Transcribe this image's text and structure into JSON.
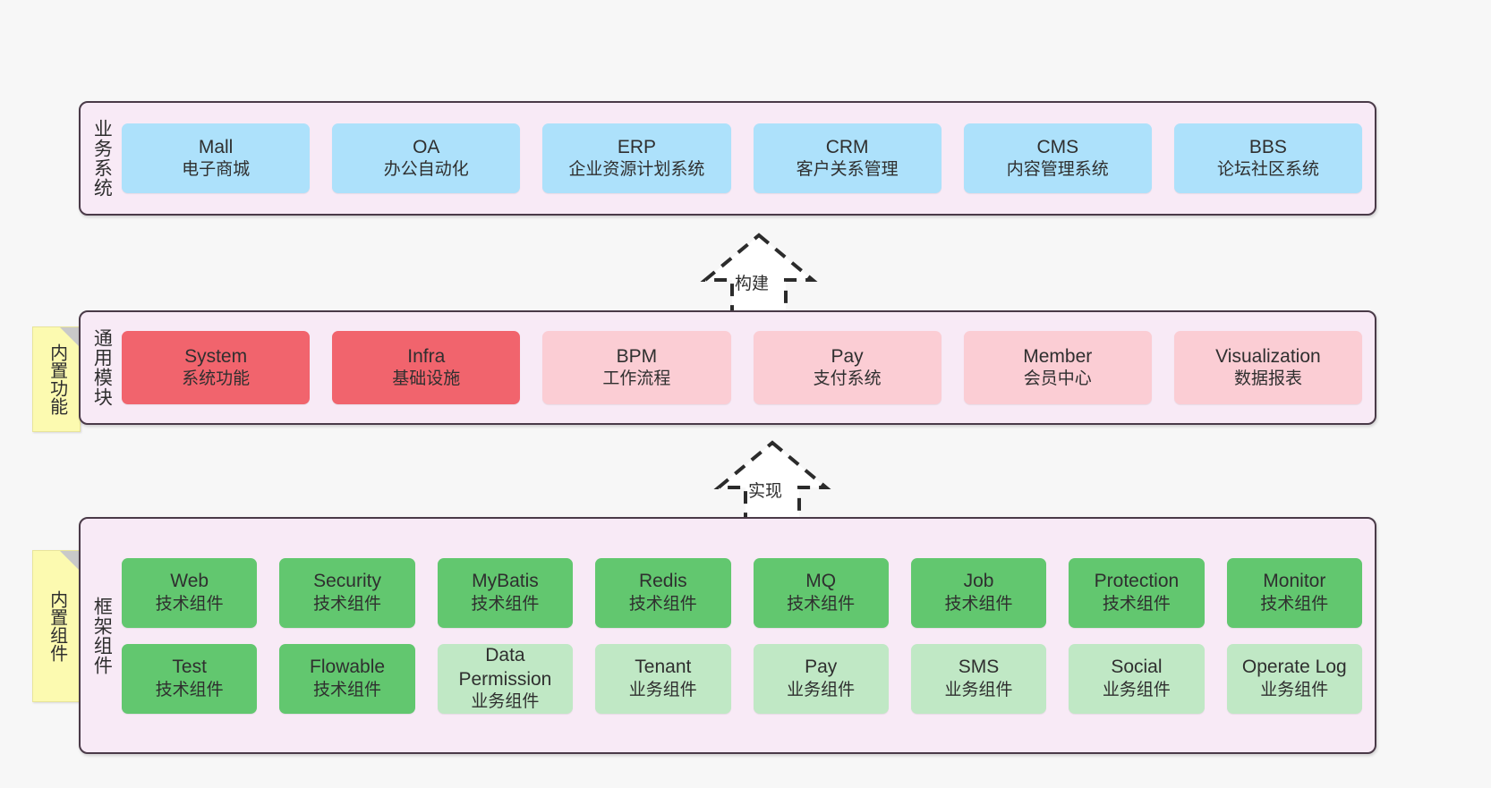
{
  "diagram": {
    "background_color": "#f7f7f7",
    "layer_bg_color": "#f8eaf6",
    "layer_border_color": "#4a3a48",
    "note_color": "#fcfab0"
  },
  "layers": [
    {
      "name": "business-system",
      "label": "业务系统",
      "rows": [
        {
          "cards": [
            {
              "title": "Mall",
              "sub": "电子商城",
              "color": "#ade1fb",
              "style": "c-blue"
            },
            {
              "title": "OA",
              "sub": "办公自动化",
              "color": "#ade1fb",
              "style": "c-blue"
            },
            {
              "title": "ERP",
              "sub": "企业资源计划系统",
              "color": "#ade1fb",
              "style": "c-blue"
            },
            {
              "title": "CRM",
              "sub": "客户关系管理",
              "color": "#ade1fb",
              "style": "c-blue"
            },
            {
              "title": "CMS",
              "sub": "内容管理系统",
              "color": "#ade1fb",
              "style": "c-blue"
            },
            {
              "title": "BBS",
              "sub": "论坛社区系统",
              "color": "#ade1fb",
              "style": "c-blue"
            }
          ]
        }
      ]
    },
    {
      "name": "common-module",
      "label": "通用模块",
      "note": "内置功能",
      "rows": [
        {
          "cards": [
            {
              "title": "System",
              "sub": "系统功能",
              "color": "#f1646d",
              "style": "c-red"
            },
            {
              "title": "Infra",
              "sub": "基础设施",
              "color": "#f1646d",
              "style": "c-red"
            },
            {
              "title": "BPM",
              "sub": "工作流程",
              "color": "#fbcdd4",
              "style": "c-pink"
            },
            {
              "title": "Pay",
              "sub": "支付系统",
              "color": "#fbcdd4",
              "style": "c-pink"
            },
            {
              "title": "Member",
              "sub": "会员中心",
              "color": "#fbcdd4",
              "style": "c-pink"
            },
            {
              "title": "Visualization",
              "sub": "数据报表",
              "color": "#fbcdd4",
              "style": "c-pink"
            }
          ]
        }
      ]
    },
    {
      "name": "framework-component",
      "label": "框架组件",
      "note": "内置组件",
      "rows": [
        {
          "cards": [
            {
              "title": "Web",
              "sub": "技术组件",
              "color": "#62c76f",
              "style": "c-green"
            },
            {
              "title": "Security",
              "sub": "技术组件",
              "color": "#62c76f",
              "style": "c-green"
            },
            {
              "title": "MyBatis",
              "sub": "技术组件",
              "color": "#62c76f",
              "style": "c-green"
            },
            {
              "title": "Redis",
              "sub": "技术组件",
              "color": "#62c76f",
              "style": "c-green"
            },
            {
              "title": "MQ",
              "sub": "技术组件",
              "color": "#62c76f",
              "style": "c-green"
            },
            {
              "title": "Job",
              "sub": "技术组件",
              "color": "#62c76f",
              "style": "c-green"
            },
            {
              "title": "Protection",
              "sub": "技术组件",
              "color": "#62c76f",
              "style": "c-green"
            },
            {
              "title": "Monitor",
              "sub": "技术组件",
              "color": "#62c76f",
              "style": "c-green"
            }
          ]
        },
        {
          "cards": [
            {
              "title": "Test",
              "sub": "技术组件",
              "color": "#62c76f",
              "style": "c-green"
            },
            {
              "title": "Flowable",
              "sub": "技术组件",
              "color": "#62c76f",
              "style": "c-green"
            },
            {
              "title": "Data Permission",
              "sub": "业务组件",
              "color": "#c0e8c5",
              "style": "c-lgreen"
            },
            {
              "title": "Tenant",
              "sub": "业务组件",
              "color": "#c0e8c5",
              "style": "c-lgreen"
            },
            {
              "title": "Pay",
              "sub": "业务组件",
              "color": "#c0e8c5",
              "style": "c-lgreen"
            },
            {
              "title": "SMS",
              "sub": "业务组件",
              "color": "#c0e8c5",
              "style": "c-lgreen"
            },
            {
              "title": "Social",
              "sub": "业务组件",
              "color": "#c0e8c5",
              "style": "c-lgreen"
            },
            {
              "title": "Operate Log",
              "sub": "业务组件",
              "color": "#c0e8c5",
              "style": "c-lgreen"
            }
          ]
        }
      ]
    }
  ],
  "connectors": [
    {
      "name": "build",
      "label": "构建"
    },
    {
      "name": "implement",
      "label": "实现"
    }
  ]
}
